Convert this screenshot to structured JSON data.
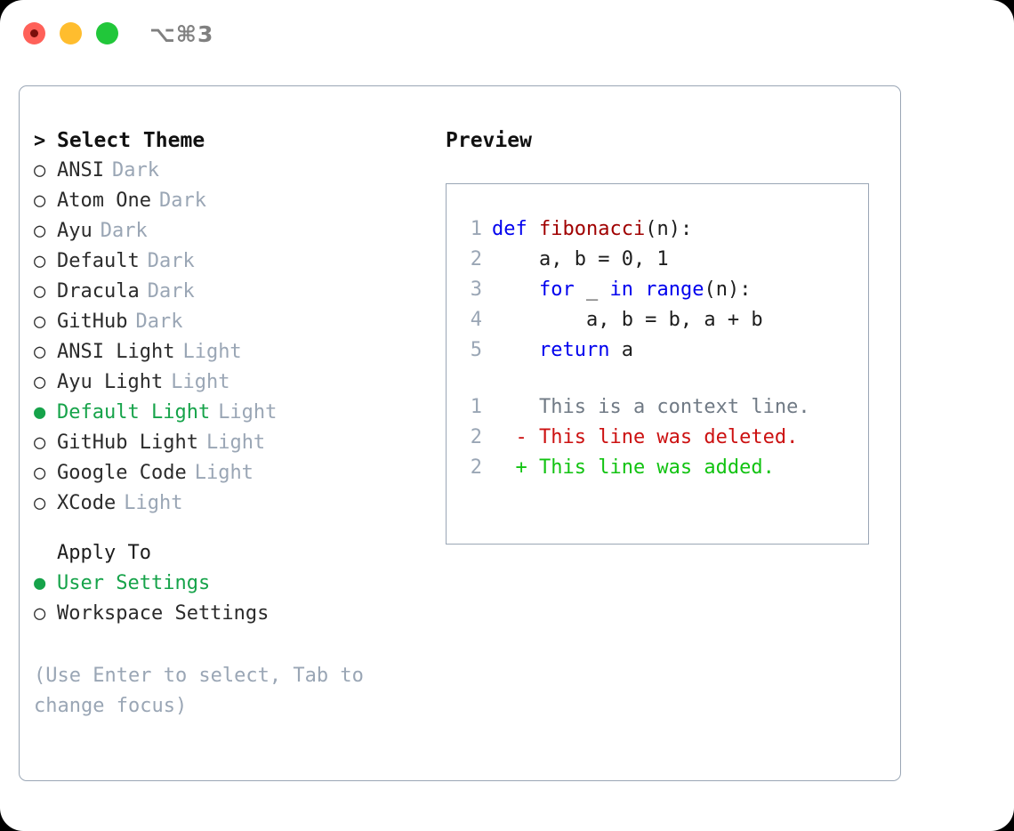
{
  "window": {
    "shortcut_label": "⌥⌘3",
    "traffic_lights": [
      "close",
      "minimize",
      "maximize"
    ]
  },
  "theme_picker": {
    "title": "Select Theme",
    "title_marker": ">",
    "marker_unselected": "○",
    "marker_selected": "●",
    "items": [
      {
        "name": "ANSI",
        "category": "Dark",
        "selected": false
      },
      {
        "name": "Atom One",
        "category": "Dark",
        "selected": false
      },
      {
        "name": "Ayu",
        "category": "Dark",
        "selected": false
      },
      {
        "name": "Default",
        "category": "Dark",
        "selected": false
      },
      {
        "name": "Dracula",
        "category": "Dark",
        "selected": false
      },
      {
        "name": "GitHub",
        "category": "Dark",
        "selected": false
      },
      {
        "name": "ANSI Light",
        "category": "Light",
        "selected": false
      },
      {
        "name": "Ayu Light",
        "category": "Light",
        "selected": false
      },
      {
        "name": "Default Light",
        "category": "Light",
        "selected": true
      },
      {
        "name": "GitHub Light",
        "category": "Light",
        "selected": false
      },
      {
        "name": "Google Code",
        "category": "Light",
        "selected": false
      },
      {
        "name": "XCode",
        "category": "Light",
        "selected": false
      }
    ]
  },
  "apply_to": {
    "heading": "Apply To",
    "options": [
      {
        "label": "User Settings",
        "selected": true
      },
      {
        "label": "Workspace Settings",
        "selected": false
      }
    ]
  },
  "hint": "(Use Enter to select, Tab to change focus)",
  "preview": {
    "title": "Preview",
    "code_lines": [
      {
        "no": "1",
        "tokens": [
          {
            "t": "def ",
            "k": "kw"
          },
          {
            "t": "fibonacci",
            "k": "fn"
          },
          {
            "t": "(n):",
            "k": "pl"
          }
        ]
      },
      {
        "no": "2",
        "tokens": [
          {
            "t": "    a, b = 0, 1",
            "k": "pl"
          }
        ]
      },
      {
        "no": "3",
        "tokens": [
          {
            "t": "    ",
            "k": "pl"
          },
          {
            "t": "for",
            "k": "kw"
          },
          {
            "t": " _ ",
            "k": "pl"
          },
          {
            "t": "in",
            "k": "kw"
          },
          {
            "t": " ",
            "k": "pl"
          },
          {
            "t": "range",
            "k": "bi"
          },
          {
            "t": "(n):",
            "k": "pl"
          }
        ]
      },
      {
        "no": "4",
        "tokens": [
          {
            "t": "        a, b = b, a + b",
            "k": "pl"
          }
        ]
      },
      {
        "no": "5",
        "tokens": [
          {
            "t": "    ",
            "k": "pl"
          },
          {
            "t": "return",
            "k": "kw"
          },
          {
            "t": " a",
            "k": "pl"
          }
        ]
      }
    ],
    "diff_lines": [
      {
        "no": "1",
        "sign": "  ",
        "text": "This is a context line.",
        "kind": "ctx"
      },
      {
        "no": "2",
        "sign": "- ",
        "text": "This line was deleted.",
        "kind": "del"
      },
      {
        "no": "2",
        "sign": "+ ",
        "text": "This line was added.",
        "kind": "add"
      }
    ]
  },
  "colors": {
    "selected_green": "#16a34a",
    "muted": "#9aa6b5",
    "border": "#9aa6b5",
    "keyword_blue": "#0000ee",
    "function_red": "#a00000",
    "diff_delete": "#cc1111",
    "diff_add": "#12c312",
    "traffic_red": "#ff6159",
    "traffic_yellow": "#ffbd2e",
    "traffic_green": "#21c73a"
  }
}
